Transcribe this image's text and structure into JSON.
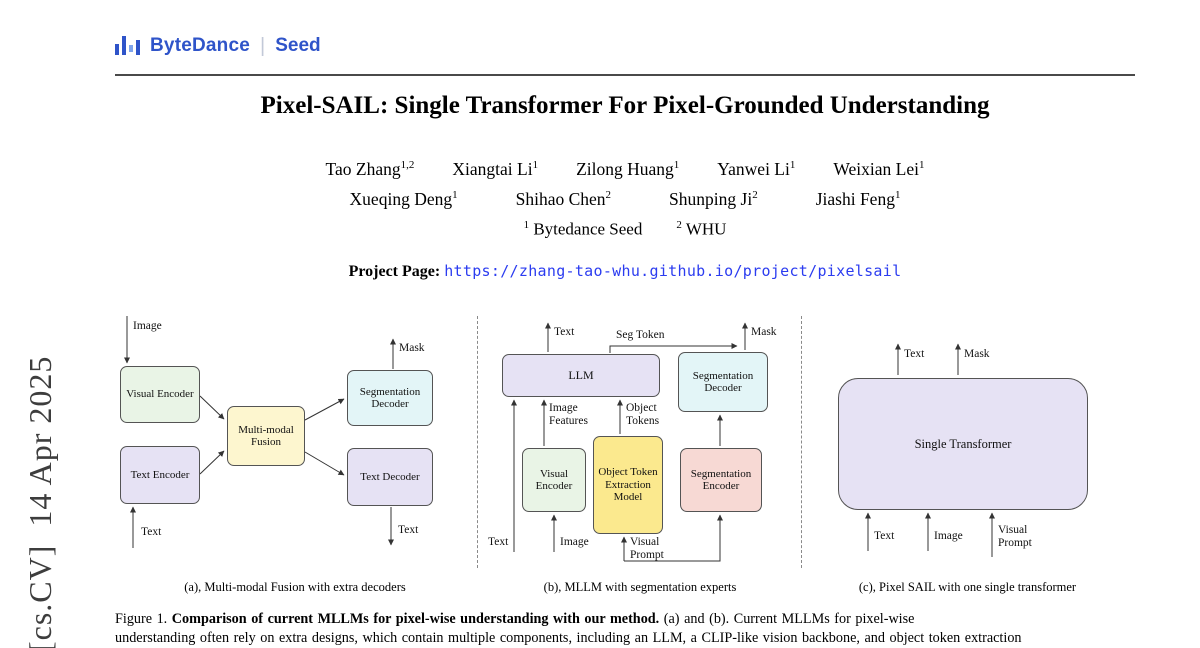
{
  "header": {
    "brand": "ByteDance",
    "divider": "|",
    "sub_brand": "Seed"
  },
  "arxiv_stamp": "[cs.CV]  14 Apr 2025",
  "paper": {
    "title": "Pixel-SAIL: Single Transformer For Pixel-Grounded Understanding",
    "authors_row1": [
      {
        "name": "Tao Zhang",
        "sup": "1,2"
      },
      {
        "name": "Xiangtai Li",
        "sup": "1"
      },
      {
        "name": "Zilong Huang",
        "sup": "1"
      },
      {
        "name": "Yanwei Li",
        "sup": "1"
      },
      {
        "name": "Weixian Lei",
        "sup": "1"
      }
    ],
    "authors_row2": [
      {
        "name": "Xueqing Deng",
        "sup": "1"
      },
      {
        "name": "Shihao Chen",
        "sup": "2"
      },
      {
        "name": "Shunping Ji",
        "sup": "2"
      },
      {
        "name": "Jiashi Feng",
        "sup": "1"
      }
    ],
    "affiliations": [
      {
        "sup": "1",
        "name": "Bytedance Seed"
      },
      {
        "sup": "2",
        "name": "WHU"
      }
    ],
    "project_page": {
      "label": "Project Page:",
      "url": "https://zhang-tao-whu.github.io/project/pixelsail"
    }
  },
  "figure": {
    "panels": {
      "a": {
        "caption": "(a), Multi-modal Fusion with extra decoders",
        "boxes": {
          "visual_encoder": "Visual Encoder",
          "text_encoder": "Text Encoder",
          "fusion": "Multi-modal Fusion",
          "seg_decoder": "Segmentation Decoder",
          "text_decoder": "Text Decoder"
        },
        "labels": {
          "image_in": "Image",
          "text_in": "Text",
          "mask_out": "Mask",
          "text_out": "Text"
        }
      },
      "b": {
        "caption": "(b), MLLM with segmentation experts",
        "boxes": {
          "llm": "LLM",
          "visual_encoder": "Visual Encoder",
          "object_token_model": "Object Token Extraction Model",
          "seg_encoder": "Segmentation Encoder",
          "seg_decoder": "Segmentation Decoder"
        },
        "labels": {
          "text_out": "Text",
          "seg_token": "Seg Token",
          "mask_out": "Mask",
          "image_features": [
            "Image",
            "Features"
          ],
          "object_tokens": [
            "Object",
            "Tokens"
          ],
          "text_in": "Text",
          "image_in": "Image",
          "visual_prompt_in": [
            "Visual",
            "Prompt"
          ]
        }
      },
      "c": {
        "caption": "(c), Pixel SAIL with one single transformer",
        "boxes": {
          "transformer": "Single Transformer"
        },
        "labels": {
          "text_out": "Text",
          "mask_out": "Mask",
          "text_in": "Text",
          "image_in": "Image",
          "visual_prompt_in": [
            "Visual",
            "Prompt"
          ]
        }
      }
    },
    "caption": {
      "prefix": "Figure 1.",
      "bold": "Comparison of current MLLMs for pixel-wise understanding with our method.",
      "rest": "(a) and (b). Current MLLMs for pixel-wise",
      "line2": "understanding often rely on extra designs, which contain multiple components, including an LLM, a CLIP-like vision backbone, and object token extraction"
    }
  },
  "colors": {
    "brand_blue": "#2F54C9",
    "link_blue": "#2B3CF0",
    "box_green": "#E9F4E6",
    "box_purple": "#E6E2F4",
    "box_yellow": "#FDF6CF",
    "box_gold": "#FBE98E",
    "box_cyan": "#E3F5F7",
    "box_pink": "#F7D9D4"
  }
}
